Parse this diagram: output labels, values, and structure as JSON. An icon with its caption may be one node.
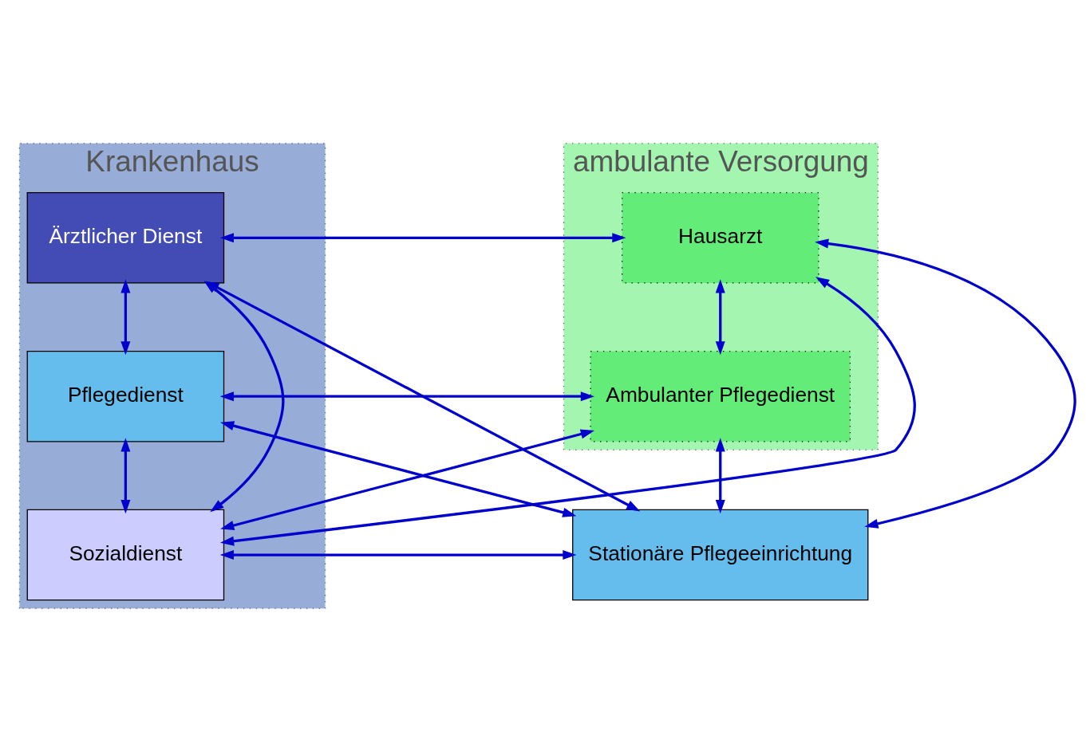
{
  "diagram": {
    "nodes": [
      {
        "text": [
          "Krankenhaus"
        ]
      },
      {
        "text": [
          "Ärztlicher Dienst"
        ],
        "in": 0
      },
      {
        "text": [
          "Pflegedienst"
        ],
        "in": 0
      },
      {
        "text": [
          "Sozialdienst"
        ],
        "in": 0
      },
      {
        "text": [
          "ambulante Versorgung"
        ]
      },
      {
        "text": [
          "Hausarzt"
        ],
        "in": 4
      },
      {
        "text": [
          "Ambulanter Pflegedienst"
        ],
        "in": 4
      },
      {
        "text": [
          "Stationäre Pflegeeinrichtung"
        ]
      }
    ],
    "edges": [
      {
        "from": 1,
        "to": 2,
        "arrow": "both"
      },
      {
        "from": 2,
        "to": 3,
        "arrow": "both"
      },
      {
        "from": 1,
        "to": 3,
        "arrow": "both"
      },
      {
        "from": 1,
        "to": 5,
        "arrow": "both"
      },
      {
        "from": 1,
        "to": 7,
        "arrow": "both"
      },
      {
        "from": 2,
        "to": 6,
        "arrow": "both"
      },
      {
        "from": 2,
        "to": 7,
        "arrow": "both"
      },
      {
        "from": 3,
        "to": 5,
        "arrow": "both"
      },
      {
        "from": 3,
        "to": 6,
        "arrow": "both"
      },
      {
        "from": 3,
        "to": 7,
        "arrow": "both"
      },
      {
        "from": 5,
        "to": 6,
        "arrow": "both"
      },
      {
        "from": 6,
        "to": 7,
        "arrow": "both"
      },
      {
        "from": 5,
        "to": 7,
        "arrow": "both"
      }
    ]
  }
}
